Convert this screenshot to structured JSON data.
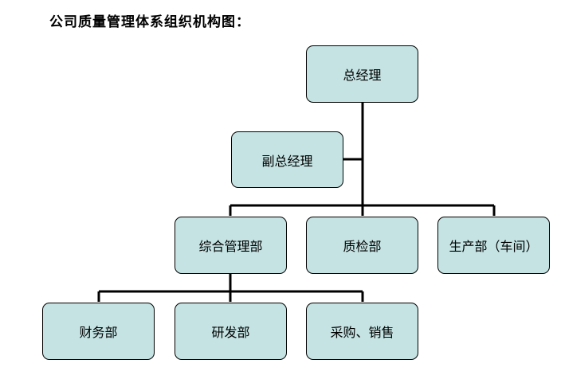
{
  "title": "公司质量管理体系组织机构图：",
  "nodes": {
    "gm": "总经理",
    "deputy": "副总经理",
    "admin": "综合管理部",
    "qc": "质检部",
    "production": "生产部（车间）",
    "finance": "财务部",
    "rnd": "研发部",
    "purchase": "采购、销售"
  }
}
